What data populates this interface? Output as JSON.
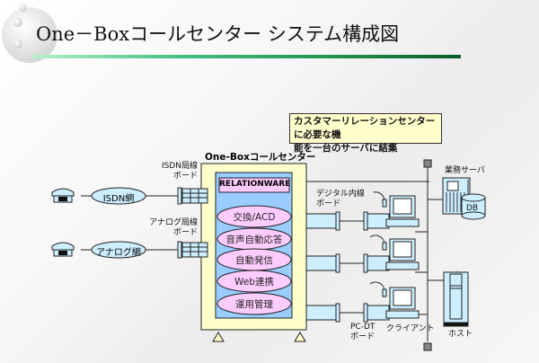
{
  "title": "One－Boxコールセンター システム構成図",
  "callout": {
    "line1": "カスタマーリレーションセンターに必要な機",
    "line2": "能を一台のサーバに結集"
  },
  "one_box": {
    "title": "One-Boxコールセンター",
    "core_label": "RELATIONWARE",
    "modules": [
      "交換/ACD",
      "音声自動応答",
      "自動発信",
      "Web連携",
      "運用管理"
    ]
  },
  "left": {
    "isdn_board_label": [
      "ISDN局線",
      "ボード"
    ],
    "isdn_network": "ISDN網",
    "analog_board_label": [
      "アナログ局線",
      "ボード"
    ],
    "analog_network": "アナログ網",
    "phone_icon": "telephone-icon"
  },
  "right": {
    "digital_board_label": [
      "デジタル内線",
      "ボード"
    ],
    "pcdt_board_label": [
      "PC-DT",
      "ボード"
    ],
    "client_label": "クライアント",
    "business_server_label": "業務サーバ",
    "db_label": "DB",
    "host_label": "ホスト"
  },
  "colors": {
    "box_fill": "#ffffcc",
    "core_fill": "#99ccff",
    "module_fill": "#ffccff",
    "network_fill": "#cceeff",
    "title_rule": "#1f8a4a"
  }
}
